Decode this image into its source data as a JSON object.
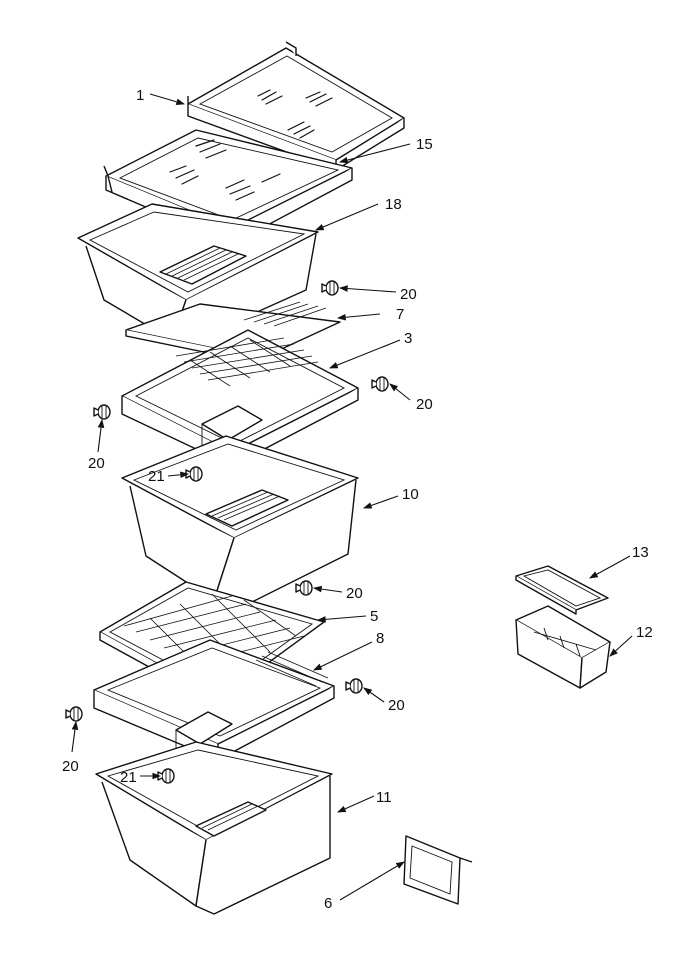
{
  "callouts": {
    "c1": "1",
    "c15": "15",
    "c18": "18",
    "c20a": "20",
    "c7": "7",
    "c3": "3",
    "c20b": "20",
    "c20c": "20",
    "c21a": "21",
    "c10": "10",
    "c20d": "20",
    "c5": "5",
    "c8": "8",
    "c20e": "20",
    "c20f": "20",
    "c21b": "21",
    "c11": "11",
    "c6": "6",
    "c13": "13",
    "c12": "12"
  }
}
